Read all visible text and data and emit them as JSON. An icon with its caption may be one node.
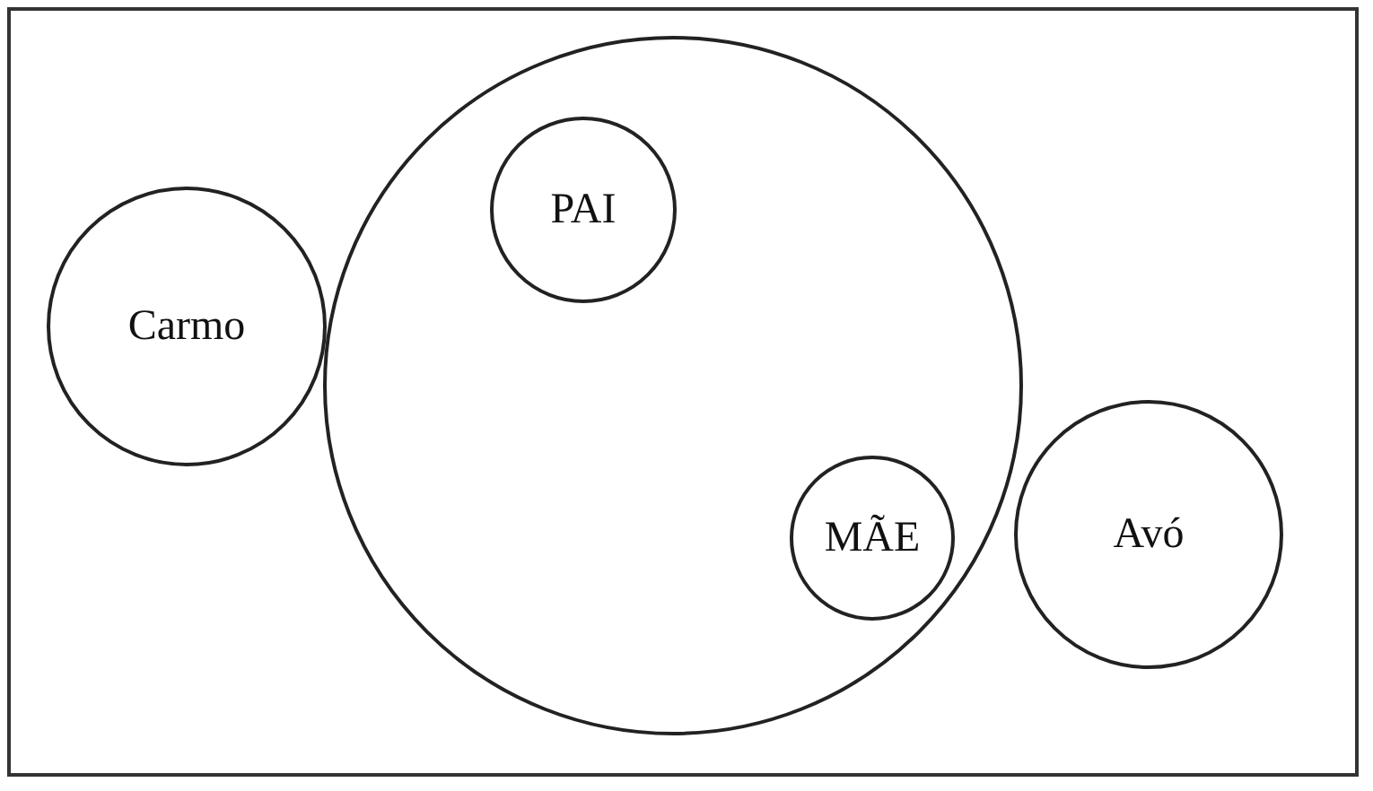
{
  "diagram": {
    "nodes": [
      {
        "text": [
          "Carmo"
        ]
      },
      {
        "text": [],
        "shape": "circle"
      },
      {
        "text": [
          "PAI"
        ],
        "in": 1
      },
      {
        "text": [
          "MÃE"
        ],
        "in": 1
      },
      {
        "text": [
          "Avó"
        ]
      }
    ]
  }
}
